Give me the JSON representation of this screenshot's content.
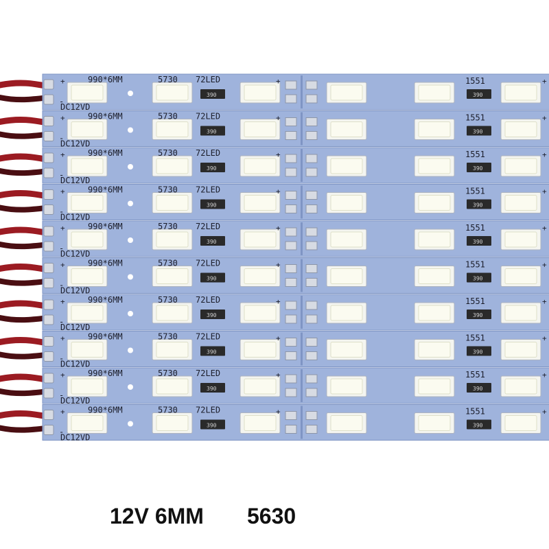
{
  "strip_print": {
    "size_text": "990*6MM",
    "chip_text": "5730",
    "count_text": "72LED",
    "voltage_text": "DC12VD",
    "marker_text": "1551",
    "resistor_text": "390",
    "plus_sign": "+",
    "minus_sign": "-"
  },
  "strip_count": 10,
  "caption": {
    "spec": "12V 6MM",
    "chip": "5630"
  },
  "colors": {
    "board": "#9fb3dc",
    "board_edge": "#7f95c4",
    "led_body": "#f4f5f0",
    "led_lens": "#fbfbf0",
    "silkscreen": "#1b1d2a",
    "resistor": "#2a2a2a",
    "wire_red": "#9b1b22",
    "wire_dark": "#4a0e12",
    "pad": "#d7dbe3"
  }
}
